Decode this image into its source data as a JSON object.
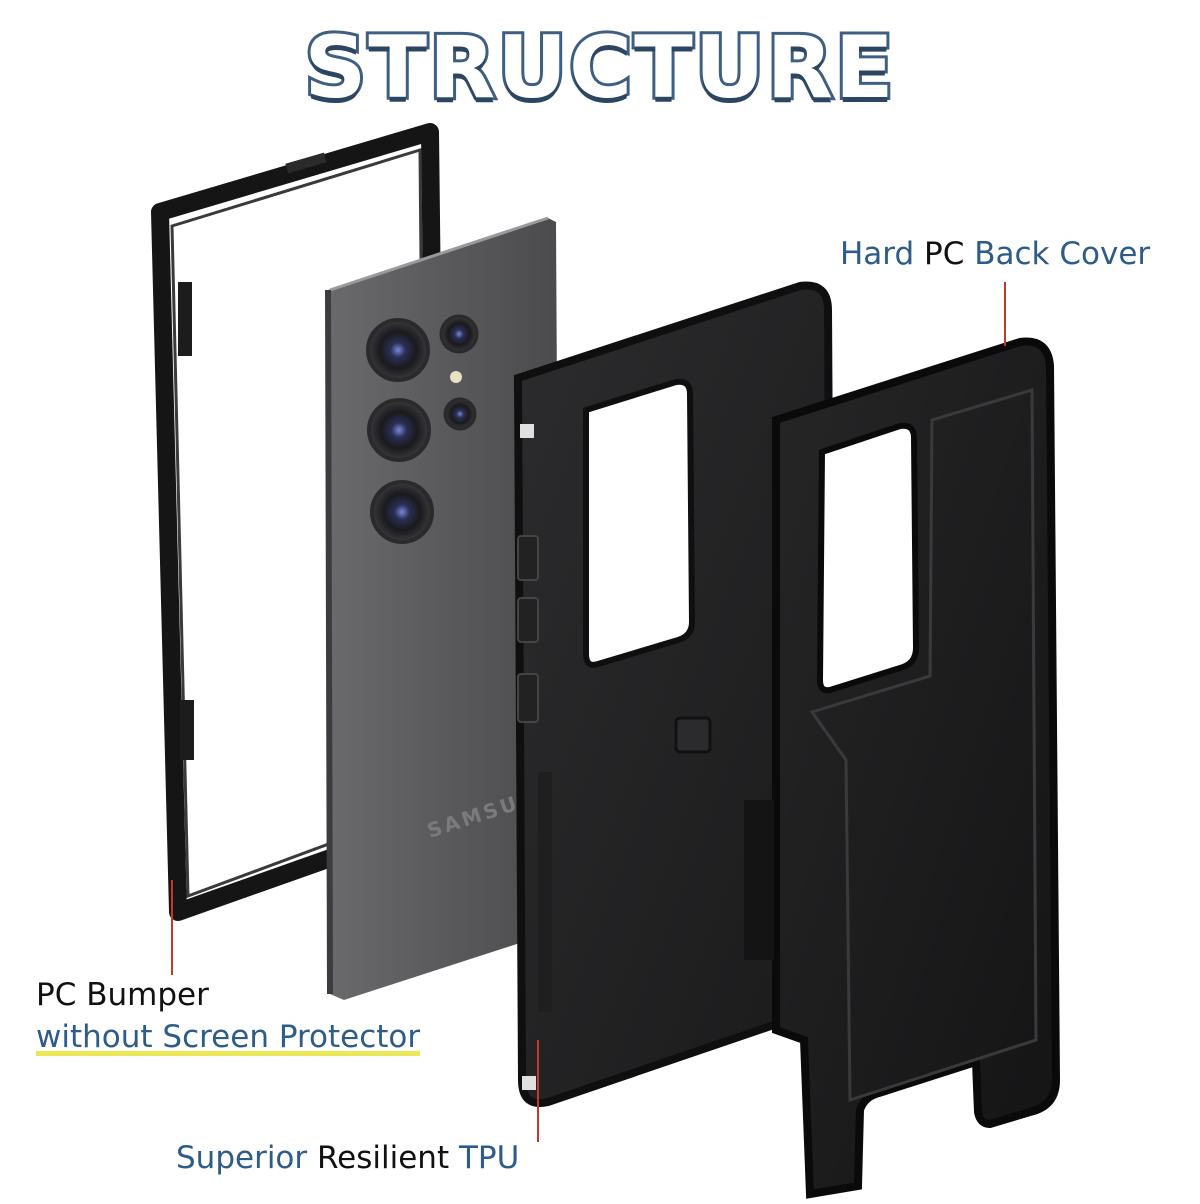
{
  "title": "STRUCTURE",
  "labels": {
    "back_cover": {
      "w1": "Hard",
      "w2": "PC",
      "w3": "Back Cover"
    },
    "bumper": {
      "w1": "PC",
      "w2": "Bumper",
      "line2": "without Screen Protector"
    },
    "tpu": {
      "w1": "Superior",
      "w2": "Resilient",
      "w3": "TPU"
    }
  },
  "phone": {
    "brand": "SAMSUNG"
  },
  "colors": {
    "title_stroke": "#3e5f82",
    "label_blue": "#2e5c8a",
    "pointer": "#c0392b",
    "highlight": "#e8e43a"
  }
}
